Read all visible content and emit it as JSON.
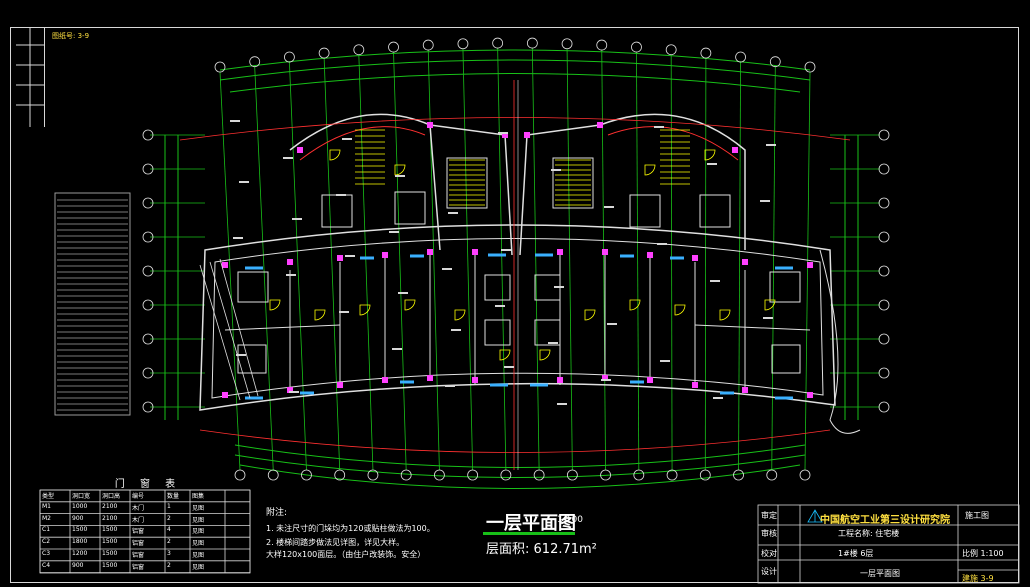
{
  "drawing": {
    "top_tag": "图纸号: 3-9",
    "plan_title": "一层平面图",
    "plan_scale": "1:100",
    "floor_area_label": "层面积:",
    "floor_area_value": "612.71m²",
    "notes": {
      "title": "附注:",
      "lines": [
        "1. 未注尺寸的门垛均为120或贴柱做法为100。",
        "2. 楼梯间踏步做法见详图，详见大样。",
        "   大样120x100面层。（由住户改装饰。安全）"
      ]
    },
    "legend": {
      "title": "门 窗 表",
      "headers": [
        "类型",
        "洞口宽",
        "洞口高",
        "编号",
        "数量",
        "图集"
      ],
      "rows": [
        [
          "M1",
          "1000",
          "2100",
          "木门",
          "1",
          "见图"
        ],
        [
          "M2",
          "900",
          "2100",
          "木门",
          "2",
          "见图"
        ],
        [
          "C1",
          "1500",
          "1500",
          "铝窗",
          "4",
          "见图"
        ],
        [
          "C2",
          "1800",
          "1500",
          "铝窗",
          "2",
          "见图"
        ],
        [
          "C3",
          "1200",
          "1500",
          "铝窗",
          "3",
          "见图"
        ],
        [
          "C4",
          "900",
          "1500",
          "铝窗",
          "2",
          "见图"
        ]
      ]
    },
    "title_block": {
      "institute": "中国航空工业第三设计研究院",
      "project": "工程名称: 住宅楼",
      "building": "1#楼  6层",
      "sheet_name": "一层平面图",
      "stage": "施工图",
      "scale": "比例 1:100",
      "sheet_no": "建施  3-9",
      "rows_left": [
        "审定",
        "审核",
        "校对",
        "设计"
      ]
    },
    "colors": {
      "axis_grid": "#18c018",
      "walls": "#e0e0e0",
      "columns": "#ff40ff",
      "doors": "#ffff00",
      "windows": "#3ab0ff",
      "dimension": "#18c018",
      "red_line": "#ff3030"
    }
  }
}
